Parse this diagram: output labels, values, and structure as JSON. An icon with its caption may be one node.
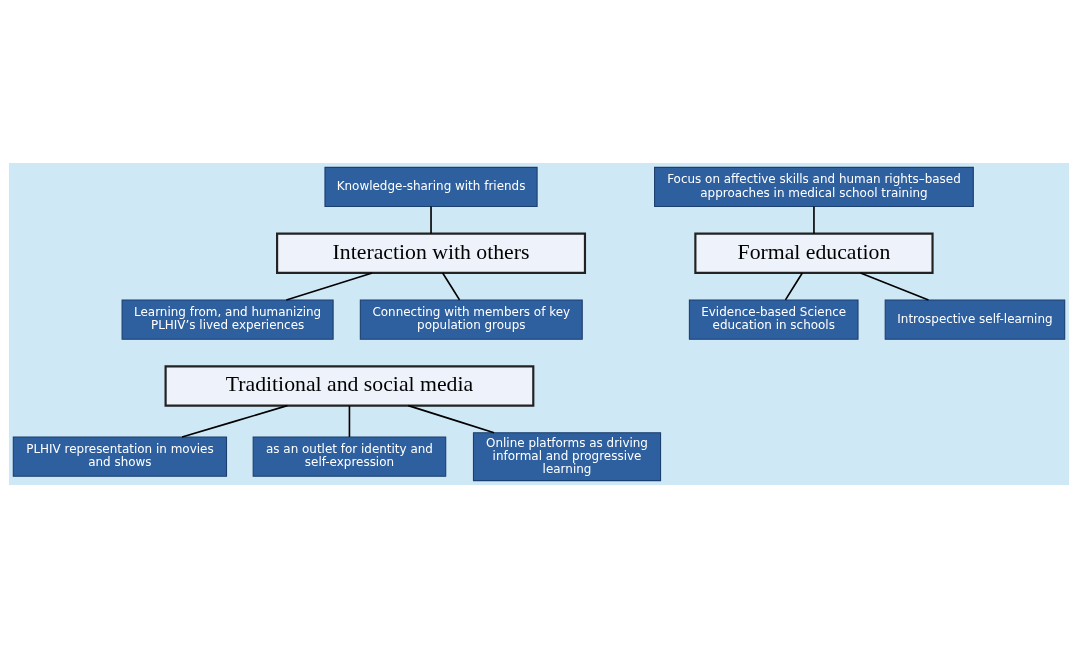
{
  "diagram": {
    "nodes": [
      {
        "text": [
          "Knowledge-sharing with friends"
        ]
      },
      {
        "text": [
          "Interaction with others"
        ]
      },
      {
        "text": [
          "Learning from, and humanizing PLHIV’s lived experiences"
        ]
      },
      {
        "text": [
          "Connecting with members of key population groups"
        ]
      },
      {
        "text": [
          "Focus on affective skills and human rights–based approaches in medical school training"
        ]
      },
      {
        "text": [
          "Formal education"
        ]
      },
      {
        "text": [
          "Evidence-based Science education in schools"
        ]
      },
      {
        "text": [
          "Introspective self-learning"
        ]
      },
      {
        "text": [
          "Traditional and social media"
        ]
      },
      {
        "text": [
          "PLHIV representation in movies and shows"
        ]
      },
      {
        "text": [
          "as an outlet for identity and self-expression"
        ]
      },
      {
        "text": [
          "Online platforms as driving informal and progressive learning"
        ]
      }
    ],
    "edges": [
      {
        "from": 0,
        "to": 1,
        "arrow": "none"
      },
      {
        "from": 1,
        "to": 2,
        "arrow": "none"
      },
      {
        "from": 1,
        "to": 3,
        "arrow": "none"
      },
      {
        "from": 4,
        "to": 5,
        "arrow": "none"
      },
      {
        "from": 5,
        "to": 6,
        "arrow": "none"
      },
      {
        "from": 5,
        "to": 7,
        "arrow": "none"
      },
      {
        "from": 8,
        "to": 9,
        "arrow": "none"
      },
      {
        "from": 8,
        "to": 10,
        "arrow": "none"
      },
      {
        "from": 8,
        "to": 11,
        "arrow": "none"
      }
    ]
  }
}
